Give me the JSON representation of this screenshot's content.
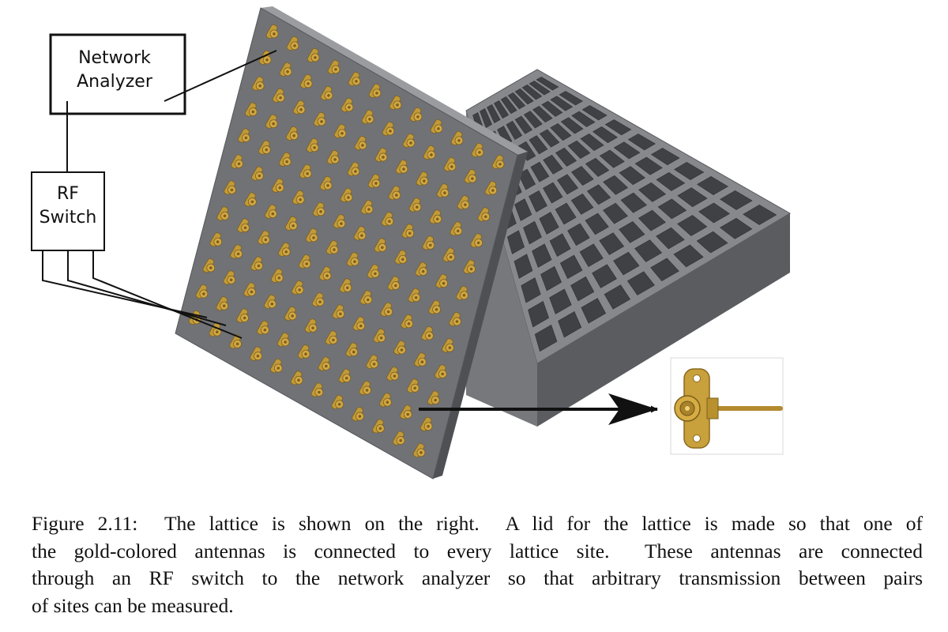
{
  "figure": {
    "network_analyzer_label": [
      "Network",
      "Analyzer"
    ],
    "rf_switch_label": [
      "RF",
      "Switch"
    ],
    "lattice_rows": 10,
    "lattice_cols": 10,
    "antenna_rows": 12,
    "antenna_cols": 12,
    "colors": {
      "metal_face": "#6f7175",
      "metal_side_light": "#8c8e92",
      "metal_side_dark": "#54565a",
      "lattice_top": "#86888c",
      "lattice_hole": "#3f4145",
      "gold": "#c09a3a",
      "gold_dark": "#7d5f1a",
      "wire": "#111111"
    }
  },
  "caption": {
    "lines": [
      "Figure 2.11:  The lattice is shown on the right.  A lid for the lattice is made so that one of",
      "the gold-colored antennas is connected to every lattice site.  These antennas are connected",
      "through an RF switch to the network analyzer so that arbitrary transmission between pairs",
      "of sites can be measured."
    ]
  }
}
